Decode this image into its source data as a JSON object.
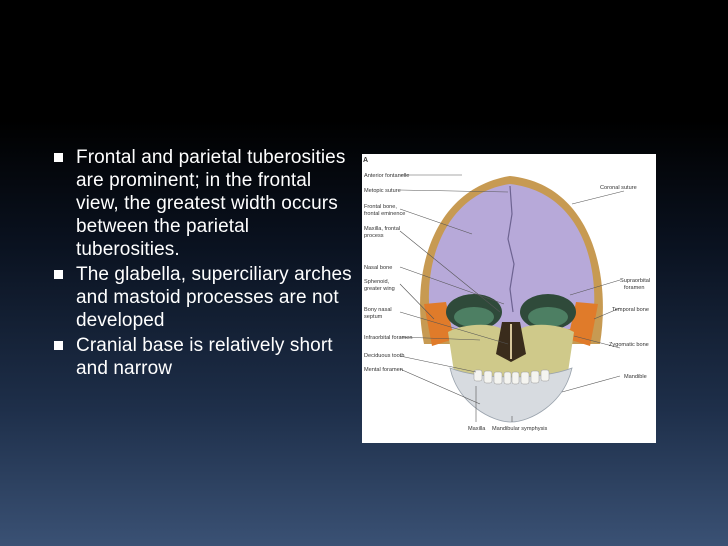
{
  "bullets": [
    "Frontal and parietal tuberosities are prominent; in the frontal view, the greatest width occurs between the parietal tuberosities.",
    "The glabella, superciliary arches and mastoid processes are not developed",
    "Cranial base is relatively short and narrow"
  ],
  "figure": {
    "panel_letter": "A",
    "labels_left": [
      "Anterior fontanelle",
      "Metopic suture",
      "Frontal bone,",
      "frontal eminence",
      "Maxilla, frontal",
      "process",
      "Nasal bone",
      "Sphenoid,",
      "greater wing",
      "Bony nasal",
      "septum",
      "Infraorbital foramen",
      "Deciduous tooth",
      "Mental foramen"
    ],
    "labels_right": [
      "Coronal suture",
      "Supraorbital",
      "foramen",
      "Temporal bone",
      "Zygomatic bone",
      "Mandible"
    ],
    "labels_bottom": [
      "Maxilla",
      "Mandibular symphysis"
    ]
  },
  "colors": {
    "text": "#ffffff",
    "frontal_bone": "#b7a9d9",
    "parietal_rim": "#c79a52",
    "orbit": "#3f6b52",
    "sphenoid": "#e07b2a",
    "maxilla": "#cfc98a",
    "mandible": "#d7dbe0"
  }
}
